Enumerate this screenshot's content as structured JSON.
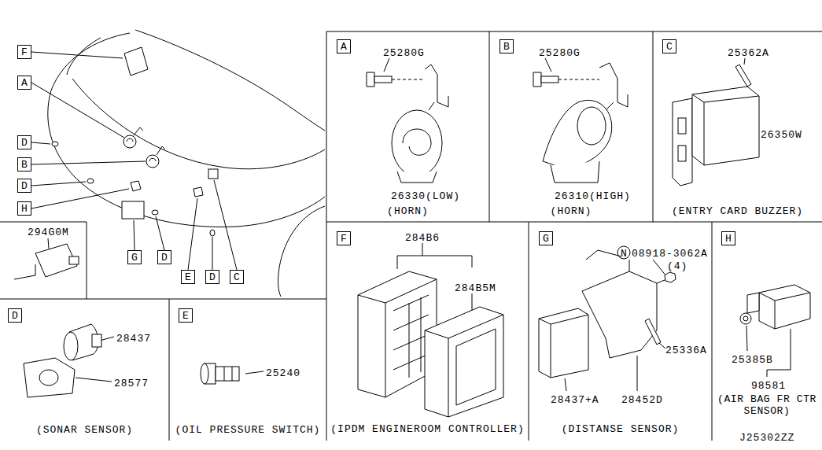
{
  "diagram": {
    "nodes": [
      {
        "text": [
          "F"
        ]
      },
      {
        "text": [
          "A"
        ]
      },
      {
        "text": [
          "D"
        ]
      },
      {
        "text": [
          "B"
        ]
      },
      {
        "text": [
          "D"
        ]
      },
      {
        "text": [
          "H"
        ]
      },
      {
        "text": [
          "G"
        ]
      },
      {
        "text": [
          "D"
        ]
      },
      {
        "text": [
          "E"
        ]
      },
      {
        "text": [
          "D"
        ]
      },
      {
        "text": [
          "C"
        ]
      },
      {
        "text": [
          "(HORN)"
        ]
      },
      {
        "text": [
          "A"
        ],
        "in": 11
      },
      {
        "text": [
          "(HORN)"
        ]
      },
      {
        "text": [
          "B"
        ],
        "in": 13
      },
      {
        "text": [
          "(ENTRY CARD BUZZER)"
        ]
      },
      {
        "text": [
          "C"
        ],
        "in": 15
      },
      {
        "text": [
          "(IPDM ENGINEROOM CONTROLLER)"
        ]
      },
      {
        "text": [
          "F"
        ],
        "in": 17
      },
      {
        "text": [
          "(DISTANSE SENSOR)"
        ]
      },
      {
        "text": [
          "G"
        ],
        "in": 19
      },
      {
        "text": [
          "(AIR BAG FR CTR SENSOR)"
        ]
      },
      {
        "text": [
          "H"
        ],
        "in": 21
      },
      {
        "text": [
          "(SONAR SENSOR)"
        ]
      },
      {
        "text": [
          "D"
        ],
        "in": 23
      },
      {
        "text": [
          "(OIL PRESSURE SWITCH)"
        ]
      },
      {
        "text": [
          "E"
        ],
        "in": 25
      }
    ],
    "labels": [
      "25280G",
      "26330(LOW)",
      "25280G",
      "26310(HIGH)",
      "25362A",
      "26350W",
      "294G0M",
      "284B6",
      "284B5M",
      "N",
      "08918-3062A",
      "(4)",
      "25336A",
      "28437+A",
      "28452D",
      "25385B",
      "98581",
      "28437",
      "28577",
      "25240",
      "J25302ZZ"
    ]
  }
}
